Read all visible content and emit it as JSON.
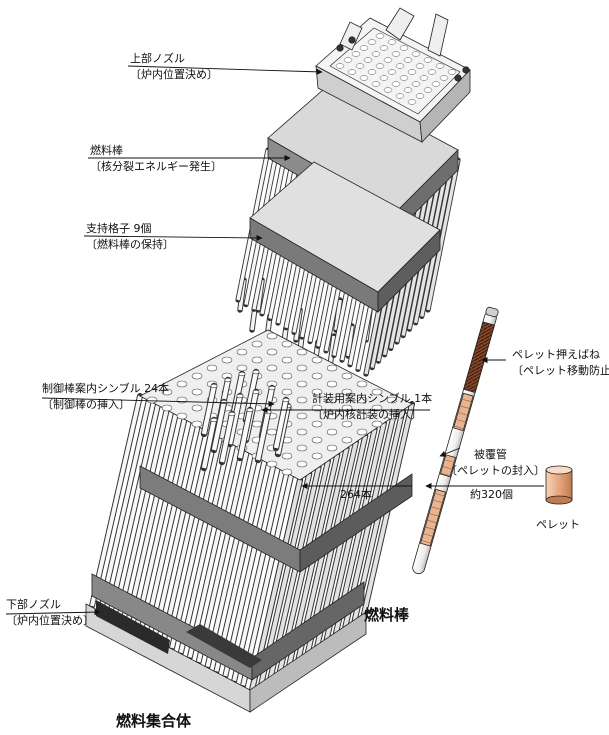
{
  "labels": {
    "top_nozzle": "上部ノズル",
    "top_nozzle_note": "〔炉内位置決め〕",
    "fuel_rod": "燃料棒",
    "fuel_rod_note": "〔核分裂エネルギー発生〕",
    "grid": "支持格子 9個",
    "grid_note": "〔燃料棒の保持〕",
    "guide_thimble": "制御棒案内シンブル 24本",
    "guide_thimble_note": "〔制御棒の挿入〕",
    "instr_thimble": "計装用案内シンブル 1本",
    "instr_thimble_note": "〔炉内核計装の挿入〕",
    "rod_count": "264本",
    "bottom_nozzle": "下部ノズル",
    "bottom_nozzle_note": "〔炉内位置決め〕",
    "spring": "ペレット押えばね",
    "spring_note": "〔ペレット移動防止〕",
    "cladding": "被覆管",
    "cladding_note": "〔ペレットの封入〕",
    "pellet_count": "約320個",
    "pellet": "ペレット"
  },
  "captions": {
    "assembly": "燃料集合体",
    "rod": "燃料棒"
  },
  "colors": {
    "line": "#222222",
    "metal": "#f2f2f2",
    "metal_dark": "#c8c8c8",
    "copper": "#c97b4f",
    "copper_light": "#e9b48f"
  }
}
